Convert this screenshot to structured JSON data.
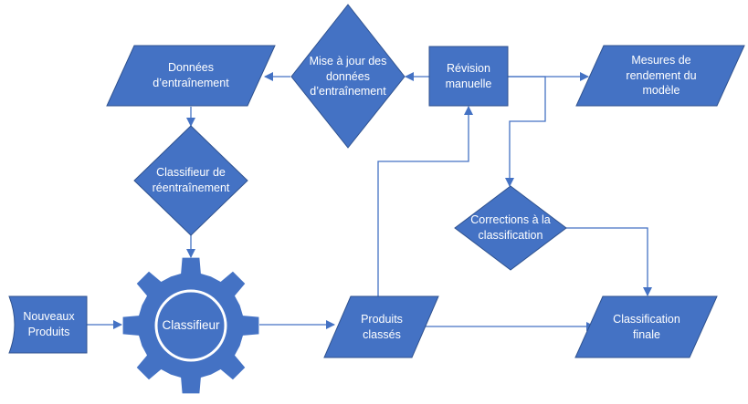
{
  "nodes": {
    "donnees_entrainement": "Données\nd’entraînement",
    "mise_a_jour": "Mise à jour des\ndonnées\nd’entraînement",
    "revision_manuelle": "Révision\nmanuelle",
    "mesures_rendement": "Mesures de\nrendement du\nmodèle",
    "classifieur_reentrainement": "Classifieur de\nréentraînement",
    "corrections": "Corrections à la\nclassification",
    "nouveaux_produits": "Nouveaux\nProduits",
    "classifieur": "Classifieur",
    "produits_classes": "Produits\nclassés",
    "classification_finale": "Classification\nfinale"
  },
  "colors": {
    "shape_fill": "#4472C4",
    "shape_stroke": "#2F528F",
    "connector": "#4472C4",
    "text": "#FFFFFF",
    "background": "#FFFFFF"
  },
  "icons": {
    "classifieur": "gear-icon"
  }
}
